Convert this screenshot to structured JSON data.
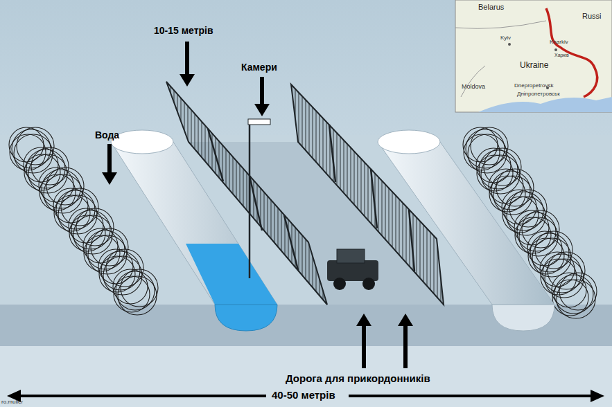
{
  "diagram": {
    "labels": [
      "Belarus",
      "Russi",
      "Kyiv",
      "Kharkiv",
      "Харків",
      "Ukraine",
      "Moldova",
      "Dnepropetrovsk",
      "Дніпропетровськ",
      "10-15 метрів",
      "Камери",
      "Вода",
      "Дорога для прикордонників",
      "40-50 метрів",
      "ro.muller"
    ]
  }
}
